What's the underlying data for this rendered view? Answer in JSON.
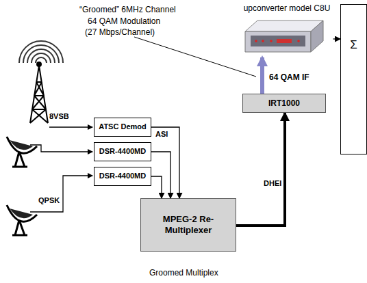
{
  "diagram": {
    "caption": "Groomed Multiplex",
    "nodes": [
      {
        "text": [
          "upconverter model C8U"
        ]
      },
      {
        "text": [
          "Σ"
        ]
      },
      {
        "text": [
          "ATSC Demod"
        ]
      },
      {
        "text": [
          "DSR-4400MD"
        ]
      },
      {
        "text": [
          "DSR-4400MD"
        ]
      },
      {
        "text": [
          "IRT1000"
        ]
      },
      {
        "text": [
          "MPEG-2 Re-Multiplexer"
        ]
      }
    ],
    "edges": [
      {
        "from": 2,
        "to": 6,
        "arrow": "to",
        "label": "ASI"
      },
      {
        "from": 3,
        "to": 6,
        "arrow": "to"
      },
      {
        "from": 4,
        "to": 6,
        "arrow": "to"
      },
      {
        "from": 6,
        "to": 5,
        "arrow": "to",
        "label": "DHEI"
      },
      {
        "from": 5,
        "to": 0,
        "arrow": "to",
        "label": "64 QAM IF"
      },
      {
        "from": 0,
        "to": 1,
        "arrow": "to"
      }
    ],
    "labels": [
      "“Groomed” 6MHz Channel",
      "64 QAM Modulation",
      "(27 Mbps/Channel)",
      "8VSB",
      "QPSK"
    ]
  }
}
